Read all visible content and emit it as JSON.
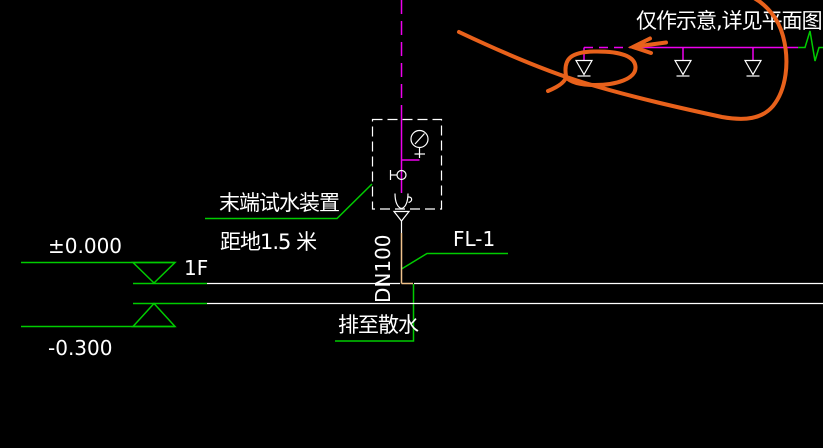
{
  "drawing": {
    "type": "fire-sprinkler-end-test-schematic",
    "background": "#000000",
    "annotations": {
      "note_top_right": "仅作示意,详见平面图",
      "device_label": "末端试水装置",
      "device_height_label": "距地1.5 米",
      "pipe_label": "DN100",
      "drain_label": "FL-1",
      "discharge_label": "排至散水",
      "floor_label": "1F",
      "level_upper": "±0.000",
      "level_lower": "-0.300"
    },
    "symbols": {
      "sprinkler_count": 3,
      "has_pressure_gauge": true,
      "has_test_valve": true,
      "has_funnel_drain": true,
      "has_pipe_break_symbol": true,
      "has_freehand_markup": true
    },
    "colors": {
      "line_white": "#FFFFFF",
      "pipe_magenta": "#EE00EE",
      "dim_green": "#00CC00",
      "markup_orange": "#E8611B",
      "drain_tan": "#F0C38C"
    }
  }
}
